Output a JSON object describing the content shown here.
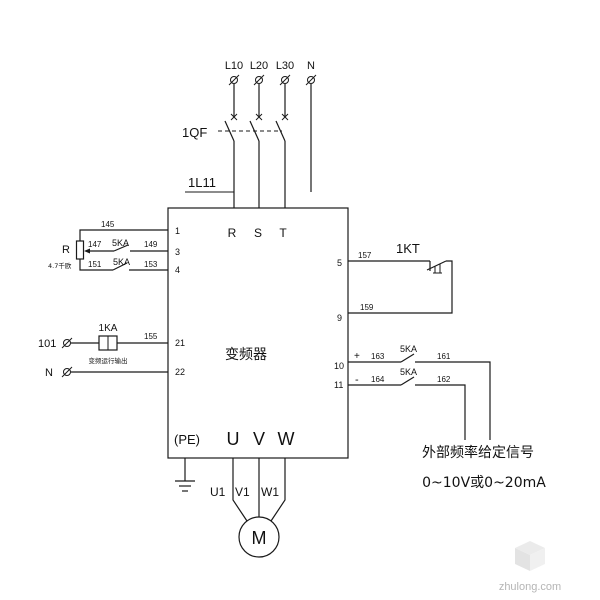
{
  "supply": {
    "terminals": [
      "L10",
      "L20",
      "L30",
      "N"
    ]
  },
  "breaker": {
    "label": "1QF"
  },
  "cable": {
    "label": "1L11"
  },
  "inverter": {
    "name": "变频器",
    "inputs": [
      "R",
      "S",
      "T"
    ],
    "outputs": [
      "U",
      "V",
      "W"
    ],
    "earth": "(PE)",
    "left_terminals": [
      "1",
      "3",
      "4",
      "21",
      "22"
    ],
    "right_terminals": [
      "5",
      "9",
      "10",
      "11"
    ]
  },
  "potentiometer": {
    "label": "R",
    "value": "4.7千欧"
  },
  "wire_numbers": {
    "w145": "145",
    "w147": "147",
    "w149": "149",
    "w151": "151",
    "w153": "153",
    "w155": "155",
    "w157": "157",
    "w159": "159",
    "w163": "163",
    "w164": "164",
    "w161": "161",
    "w162": "162"
  },
  "relays": {
    "ka5": "5KA",
    "ka1": "1KA",
    "kt1": "1KT",
    "ka1_note": "变频运行输出"
  },
  "control_inputs": {
    "terminal_101": "101",
    "terminal_n": "N"
  },
  "analog_polarity": {
    "plus": "+",
    "minus": "-"
  },
  "motor": {
    "label": "M",
    "terminals": [
      "U1",
      "V1",
      "W1"
    ]
  },
  "external_signal": {
    "title": "外部频率给定信号",
    "range": "0~10V或0~20mA"
  },
  "watermark": {
    "text": "zhulong.com"
  },
  "colors": {
    "line": "#1a1a1a",
    "text": "#111111",
    "watermark": "#b5b5b5"
  }
}
